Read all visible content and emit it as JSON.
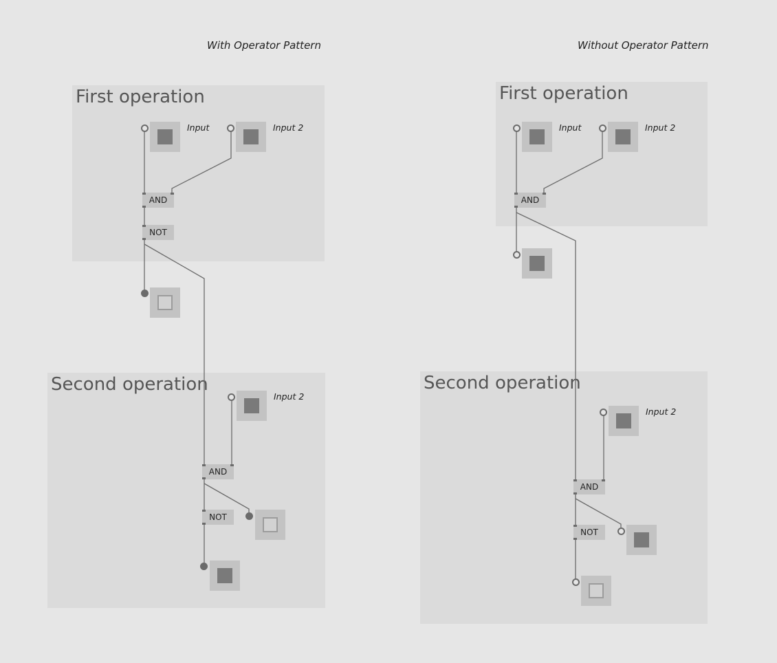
{
  "captions": {
    "left": "With Operator Pattern",
    "right": "Without Operator Pattern"
  },
  "left": {
    "first_group_title": "First operation",
    "second_group_title": "Second operation",
    "input1_label": "Input",
    "input2_label": "Input 2",
    "second_input2_label": "Input 2",
    "and_label": "AND",
    "not_label": "NOT",
    "second_and_label": "AND",
    "second_not_label": "NOT"
  },
  "right": {
    "first_group_title": "First operation",
    "second_group_title": "Second operation",
    "input1_label": "Input",
    "input2_label": "Input 2",
    "second_input2_label": "Input 2",
    "and_label": "AND",
    "second_and_label": "AND",
    "second_not_label": "NOT"
  },
  "states": {
    "left_input1": "on",
    "left_input2": "on",
    "left_first_output": "off",
    "left_second_input2": "on",
    "left_second_not_input": "off",
    "left_second_output": "on",
    "right_input1": "on",
    "right_input2": "on",
    "right_first_output": "on",
    "right_second_input2": "on",
    "right_second_mid": "on",
    "right_second_output": "off"
  },
  "colors": {
    "background": "#e6e6e6",
    "group": "#dbdbdb",
    "node": "#c3c3c3",
    "on_fill": "#7a7a7a",
    "wire": "#6b6b6b"
  }
}
